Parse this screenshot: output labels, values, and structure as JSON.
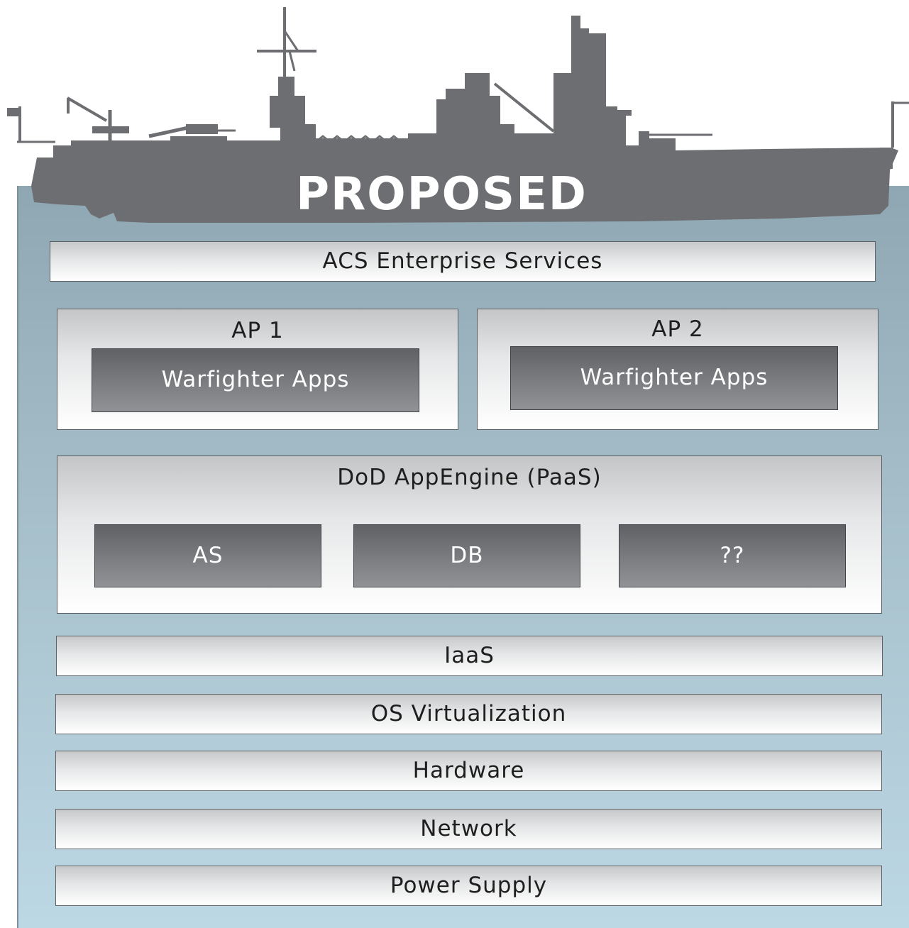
{
  "ship_label": "PROPOSED",
  "colors": {
    "ship": "#6d6e71",
    "water_top": "#8fa7b3",
    "water_bottom": "#bcd8e4",
    "box_border": "#5d6166",
    "app_box": "#6f7175"
  },
  "icons": [
    "ship-silhouette-icon"
  ],
  "layers": {
    "acs_enterprise_services": "ACS Enterprise Services",
    "ap1": {
      "title": "AP 1",
      "app": "Warfighter Apps"
    },
    "ap2": {
      "title": "AP 2",
      "app": "Warfighter Apps"
    },
    "paas": {
      "title": "DoD AppEngine (PaaS)",
      "components": [
        "AS",
        "DB",
        "??"
      ]
    },
    "iaas": "IaaS",
    "os_virtualization": "OS Virtualization",
    "hardware": "Hardware",
    "network": "Network",
    "power_supply": "Power Supply"
  }
}
